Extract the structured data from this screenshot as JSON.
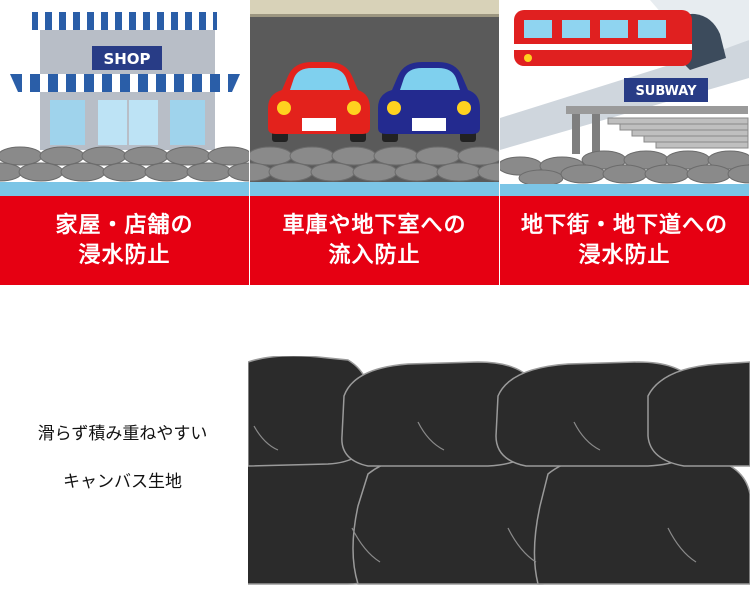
{
  "panels": [
    {
      "id": "house-shop",
      "sign": "SHOP",
      "caption_line1": "家屋・店舗の",
      "caption_line2": "浸水防止"
    },
    {
      "id": "garage-basement",
      "sign": "",
      "caption_line1": "車庫や地下室への",
      "caption_line2": "流入防止"
    },
    {
      "id": "underground-mall",
      "sign": "SUBWAY",
      "caption_line1": "地下街・地下道への",
      "caption_line2": "浸水防止"
    }
  ],
  "feature": {
    "line1": "滑らず積み重ねやすい",
    "line2": "キャンバス生地"
  },
  "colors": {
    "caption_red": "#e60012",
    "water_blue": "#7cc5e6",
    "sandbag_gray": "#8a8a8a",
    "sandbag_black": "#2b2b2b"
  },
  "icons": [
    "shop-building-icon",
    "red-car-icon",
    "blue-car-icon",
    "subway-train-icon",
    "sandbag-stack-icon"
  ]
}
